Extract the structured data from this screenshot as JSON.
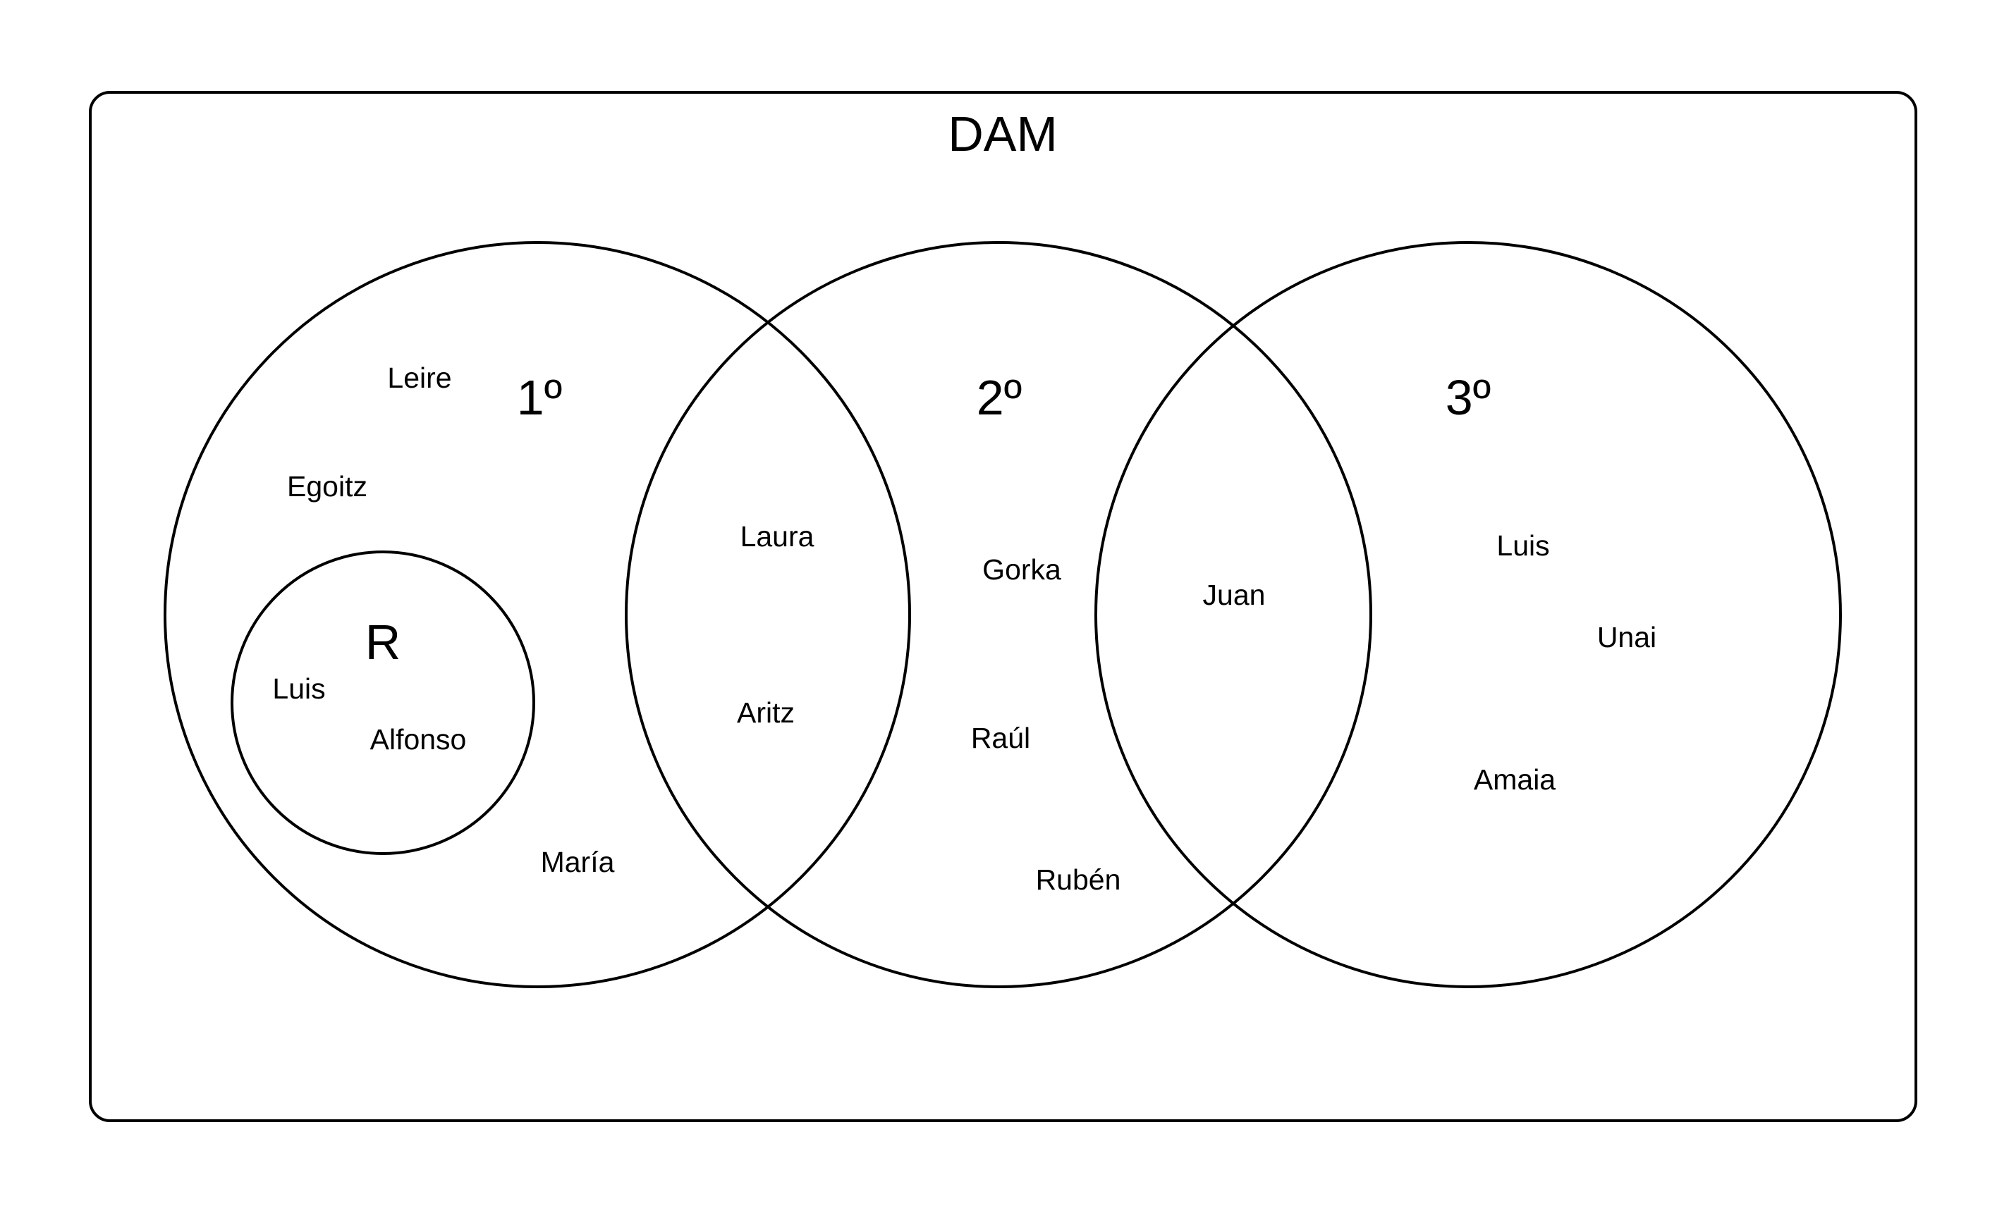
{
  "title": "DAM",
  "sets": {
    "first": {
      "label": "1º",
      "members": [
        "Leire",
        "Egoitz",
        "María"
      ]
    },
    "repeaters": {
      "label": "R",
      "members": [
        "Luis",
        "Alfonso"
      ]
    },
    "first_second": {
      "members": [
        "Laura",
        "Aritz"
      ]
    },
    "second": {
      "label": "2º",
      "members": [
        "Gorka",
        "Raúl",
        "Rubén"
      ]
    },
    "second_third": {
      "members": [
        "Juan"
      ]
    },
    "third": {
      "label": "3º",
      "members": [
        "Luis",
        "Unai",
        "Amaia"
      ]
    }
  }
}
